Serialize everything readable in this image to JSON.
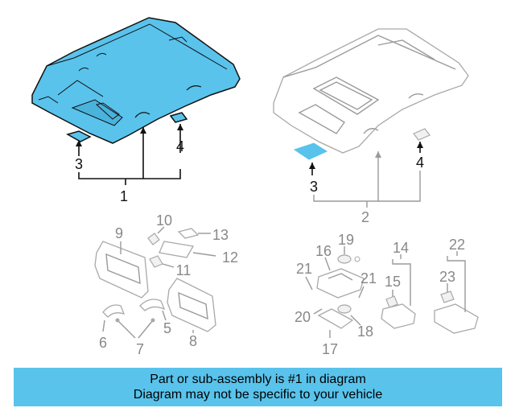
{
  "diagram": {
    "colors": {
      "highlight": "#59c3ec",
      "outline": "#111111",
      "ghost": "#a9a9a9",
      "banner": "#59c3ec"
    },
    "callouts": {
      "c1": "1",
      "c2": "2",
      "c3a": "3",
      "c4a": "4",
      "c3b": "3",
      "c4b": "4",
      "c5": "5",
      "c6": "6",
      "c7": "7",
      "c8": "8",
      "c9": "9",
      "c10": "10",
      "c11": "11",
      "c12": "12",
      "c13": "13",
      "c14": "14",
      "c15": "15",
      "c16": "16",
      "c17": "17",
      "c18": "18",
      "c19": "19",
      "c20": "20",
      "c21a": "21",
      "c21b": "21",
      "c22": "22",
      "c23": "23"
    }
  },
  "banner": {
    "line1": "Part or sub-assembly is #1 in diagram",
    "line2": "Diagram may not be specific to your vehicle"
  }
}
